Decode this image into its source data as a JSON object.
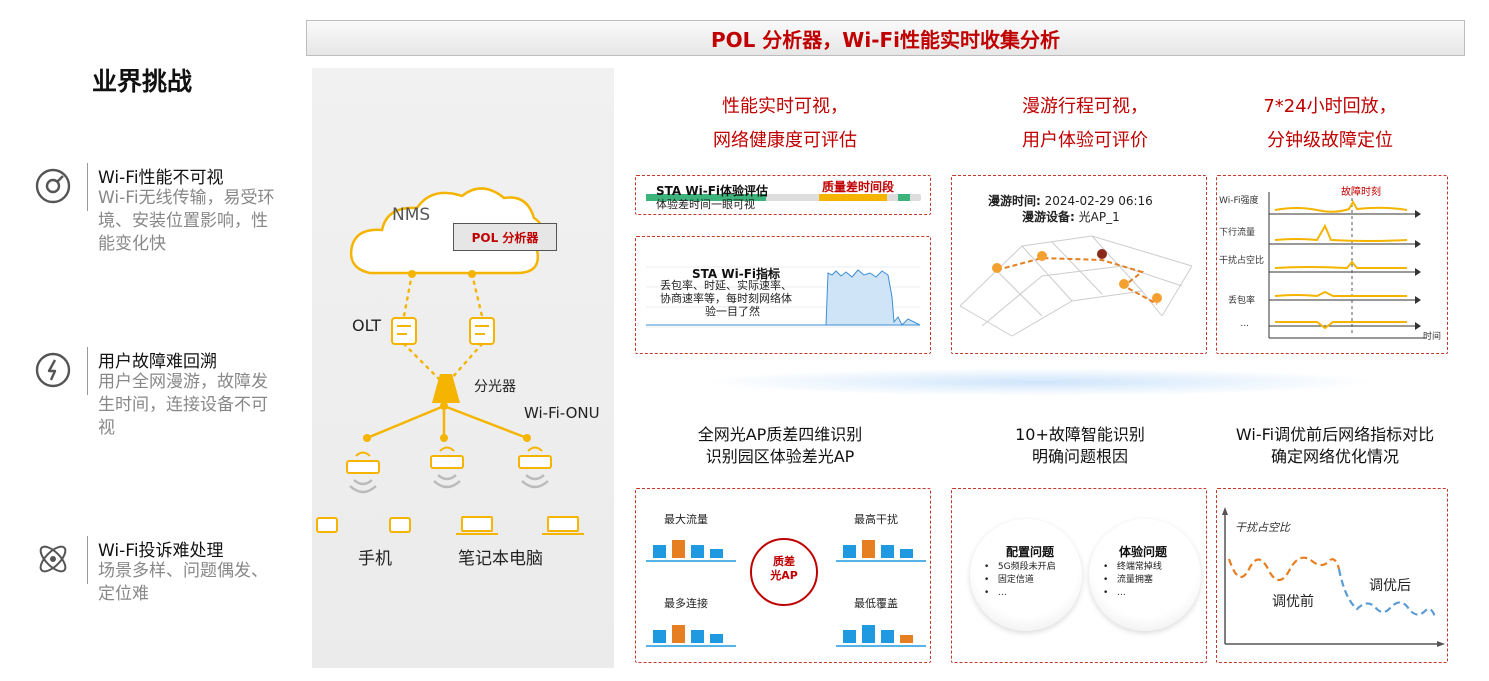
{
  "banner": {
    "title": "POL 分析器，Wi-Fi性能实时收集分析"
  },
  "left": {
    "title": "业界挑战",
    "challenges": [
      {
        "icon": "gauge-icon",
        "heading": "Wi-Fi性能不可视",
        "desc": "Wi-Fi无线传输，易受环境、安装位置影响，性能变化快"
      },
      {
        "icon": "clock-bolt-icon",
        "heading": "用户故障难回溯",
        "desc": "用户全网漫游，故障发生时间，连接设备不可视"
      },
      {
        "icon": "atom-icon",
        "heading": "Wi-Fi投诉难处理",
        "desc": "场景多样、问题偶发、定位难"
      }
    ]
  },
  "diagram": {
    "nms": "NMS",
    "pol": "POL 分析器",
    "olt": "OLT",
    "splitter": "分光器",
    "onu": "Wi-Fi-ONU",
    "phone": "手机",
    "laptop": "笔记本电脑"
  },
  "features_top": [
    {
      "title_line1": "性能实时可视，",
      "title_line2": "网络健康度可评估"
    },
    {
      "title_line1": "漫游行程可视，",
      "title_line2": "用户体验可评价"
    },
    {
      "title_line1": "7*24小时回放，",
      "title_line2": "分钟级故障定位"
    }
  ],
  "panel_perf": {
    "card1_title": "STA Wi-Fi体验评估",
    "card1_sub": "体验差时间一眼可视",
    "card1_tag": "质量差时间段",
    "card2_title": "STA Wi-Fi指标",
    "card2_desc1": "丢包率、时延、实际速率、",
    "card2_desc2": "协商速率等，每时刻网络体",
    "card2_desc3": "验一目了然"
  },
  "panel_roam": {
    "time_label": "漫游时间:",
    "time_value": "2024-02-29 06:16",
    "device_label": "漫游设备:",
    "device_value": "光AP_1"
  },
  "panel_replay": {
    "fault_label": "故障时刻",
    "rows": [
      "Wi-Fi强度",
      "下行流量",
      "干扰占空比",
      "丢包率",
      "..."
    ],
    "x_label": "时间"
  },
  "features_bottom": [
    {
      "title_line1": "全网光AP质差四维识别",
      "title_line2": "识别园区体验差光AP"
    },
    {
      "title_line1": "10+故障智能识别",
      "title_line2": "明确问题根因"
    },
    {
      "title_line1": "Wi-Fi调优前后网络指标对比",
      "title_line2": "确定网络优化情况"
    }
  ],
  "panel_quad": {
    "q1": "最大流量",
    "q2": "最高干扰",
    "q3": "最多连接",
    "q4": "最低覆盖",
    "center_line1": "质差",
    "center_line2": "光AP"
  },
  "panel_fault": {
    "c1_title": "配置问题",
    "c1_items": [
      "5G频段未开启",
      "固定信道",
      "…"
    ],
    "c2_title": "体验问题",
    "c2_items": [
      "终端常掉线",
      "流量拥塞",
      "…"
    ]
  },
  "panel_compare": {
    "ylabel": "干扰占空比",
    "before": "调优前",
    "after": "调优后"
  },
  "colors": {
    "accent": "#c00000",
    "gold": "#f4b400",
    "bar_blue": "#1f9ae0",
    "bar_orange": "#e67e22"
  }
}
